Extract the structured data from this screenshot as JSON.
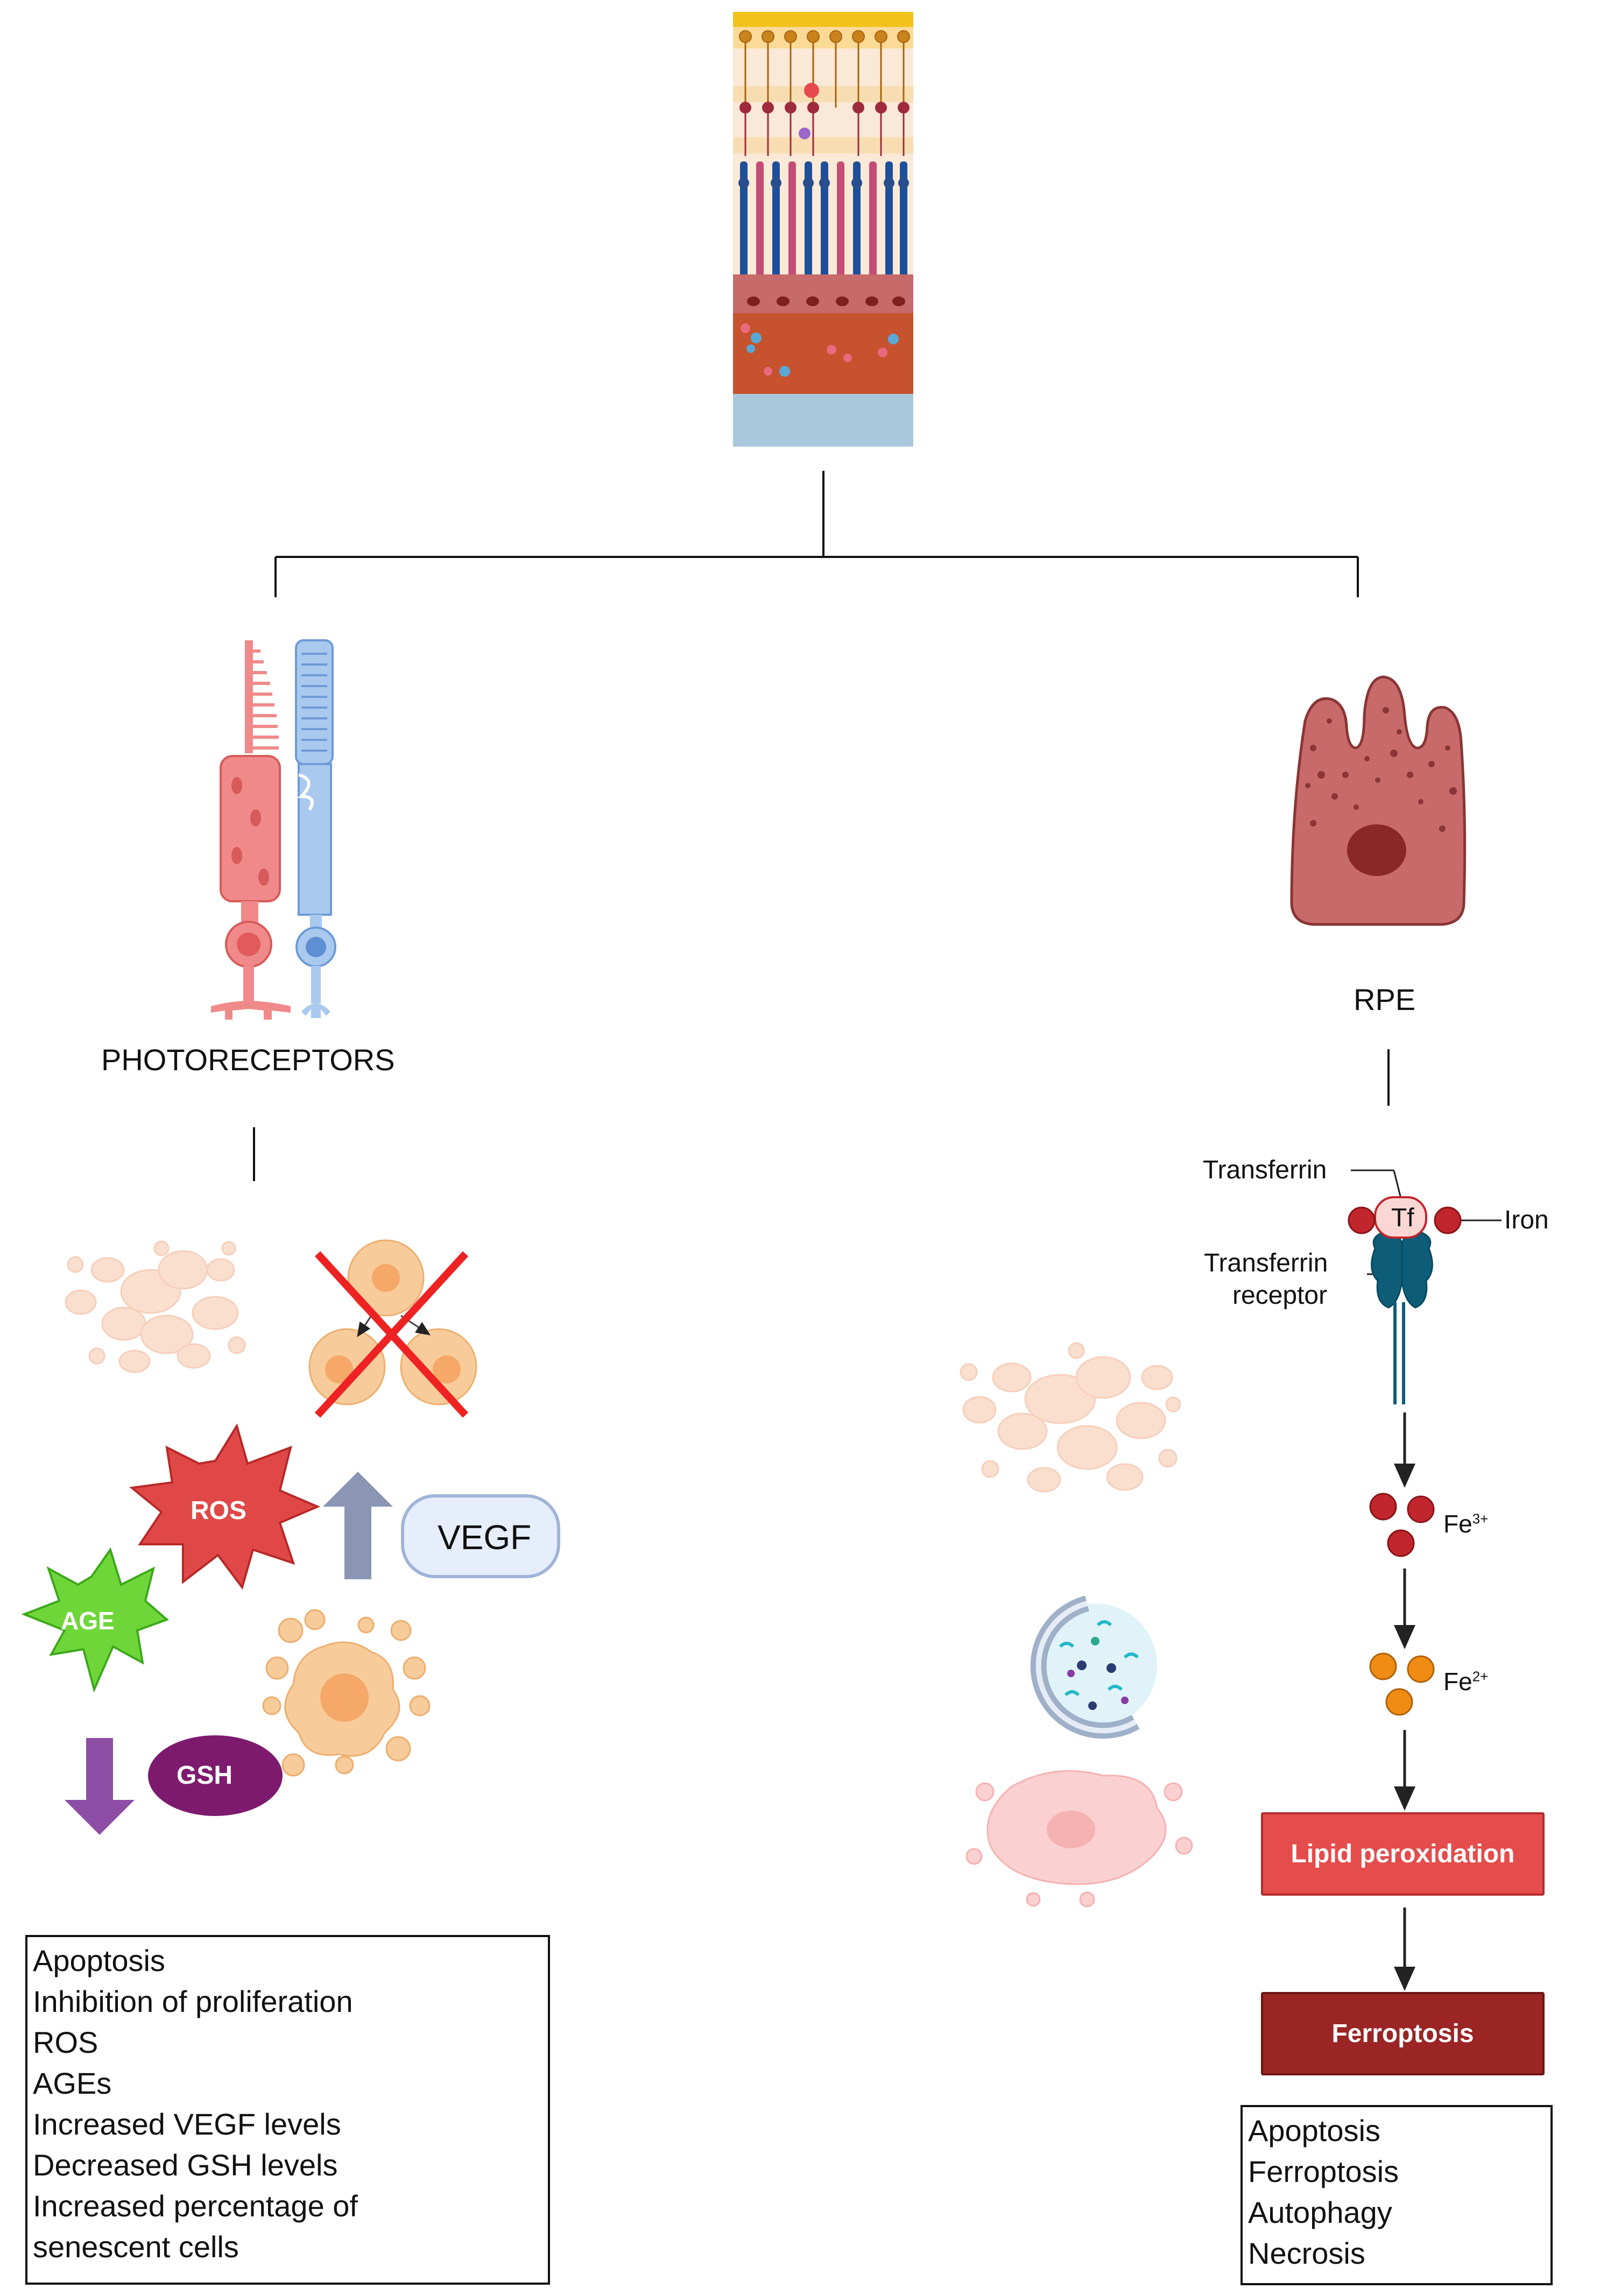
{
  "labels": {
    "photoreceptors": "PHOTORECEPTORS",
    "rpe": "RPE",
    "ros": "ROS",
    "age": "AGE",
    "gsh": "GSH",
    "vegf": "VEGF",
    "transferrin": "Transferrin",
    "tf": "Tf",
    "iron": "Iron",
    "transferrin_receptor_line1": "Transferrin",
    "transferrin_receptor_line2": "receptor",
    "fe3_base": "Fe",
    "fe3_sup": "3+",
    "fe2_base": "Fe",
    "fe2_sup": "2+",
    "lipid_peroxidation": "Lipid peroxidation",
    "ferroptosis": "Ferroptosis"
  },
  "photoreceptor_outcomes": [
    "Apoptosis",
    "Inhibition of proliferation",
    "ROS",
    "AGEs",
    "Increased VEGF levels",
    "Decreased GSH levels",
    "Increased percentage of",
    "senescent cells"
  ],
  "rpe_outcomes": [
    "Apoptosis",
    "Ferroptosis",
    "Autophagy",
    "Necrosis"
  ],
  "colors": {
    "rod": "#f08a8a",
    "cone": "#a9c9ef",
    "rpe_cell": "#c96a6a",
    "ros_star": "#e04848",
    "age_star": "#6fd63a",
    "gsh": "#7d1a6e",
    "down_arrow": "#8e4ea6",
    "up_arrow": "#8a96b4",
    "vegf_fill": "#e6eefb",
    "vegf_border": "#9fb4d8",
    "iron_fe3": "#c0262c",
    "iron_fe2": "#f08c14",
    "lipid_box": "#e54c4c",
    "ferroptosis_box": "#9b2424",
    "cross": "#ee2222",
    "receptor": "#0d5d78"
  },
  "icons": [
    "retina-layers-icon",
    "rod-cell-icon",
    "cone-cell-icon",
    "rpe-cell-icon",
    "cell-debris-icon",
    "inhibited-proliferation-icon",
    "up-arrow-icon",
    "down-arrow-icon",
    "apoptotic-cell-icon",
    "autophagosome-icon",
    "necrotic-cell-icon",
    "transferrin-receptor-icon"
  ]
}
